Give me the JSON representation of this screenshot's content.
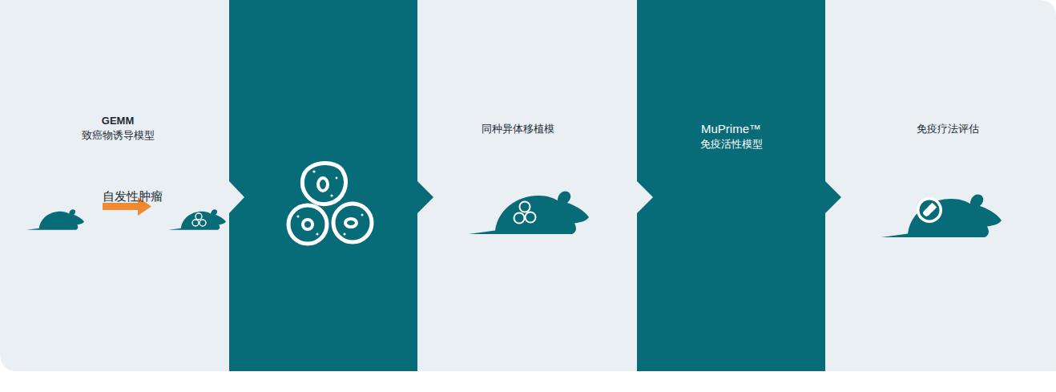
{
  "diagram": {
    "nodes": [
      {
        "text": [
          "GEMM",
          "致癌物诱导模型",
          "自发性肿瘤"
        ]
      },
      {
        "text": [
          "同种异体移植模"
        ]
      },
      {
        "text": [
          "MuPrime™",
          "免疫活性模型"
        ]
      },
      {
        "text": [
          "免疫疗法评估"
        ]
      }
    ]
  }
}
